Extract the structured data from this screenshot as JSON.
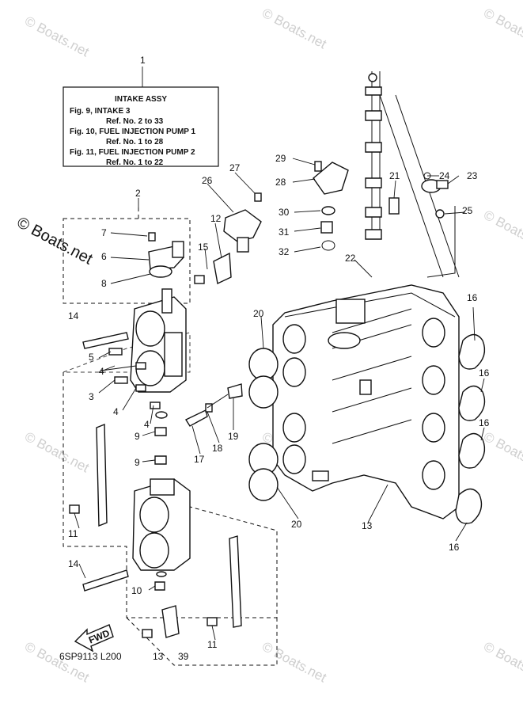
{
  "info_box": {
    "callout": "1",
    "title": "INTAKE ASSY",
    "lines": [
      "Fig. 9, INTAKE 3",
      "Ref. No. 2 to 33",
      "Fig. 10, FUEL INJECTION PUMP 1",
      "Ref. No. 1 to 28",
      "Fig. 11, FUEL INJECTION PUMP 2",
      "Ref. No. 1 to 22"
    ]
  },
  "callouts": [
    "2",
    "3",
    "4",
    "4",
    "4",
    "5",
    "6",
    "7",
    "8",
    "9",
    "9",
    "10",
    "11",
    "11",
    "12",
    "13",
    "14",
    "14",
    "15",
    "16",
    "16",
    "16",
    "16",
    "17",
    "18",
    "19",
    "20",
    "20",
    "21",
    "22",
    "23",
    "24",
    "25",
    "26",
    "27",
    "28",
    "29",
    "30",
    "31",
    "32"
  ],
  "fwd_label": "FWD",
  "footer_code": "6SP9113 L200",
  "footer_ref": "13",
  "footer_ref2": "39",
  "watermark": "© Boats.net",
  "watermark_big": "© Boats.net"
}
